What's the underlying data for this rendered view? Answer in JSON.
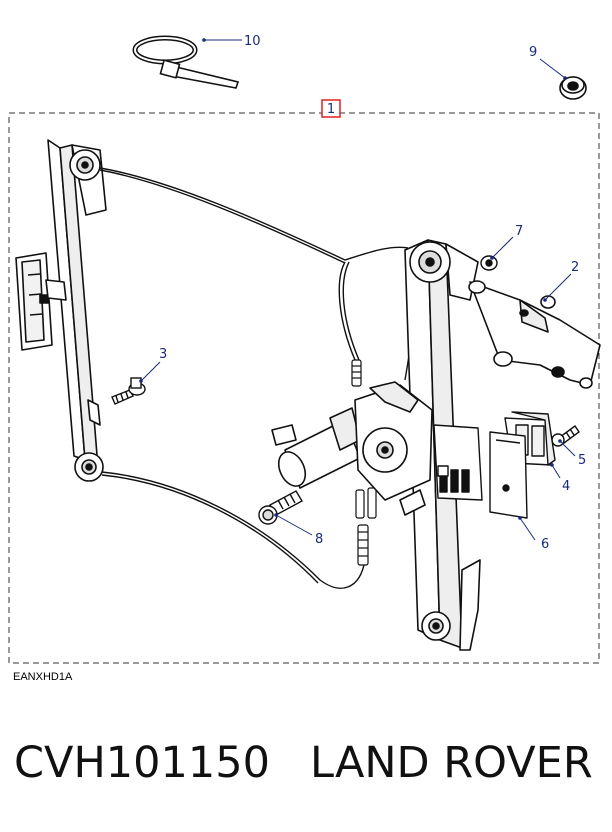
{
  "diagram": {
    "callouts": [
      {
        "id": "1",
        "label": "1",
        "boxed": true
      },
      {
        "id": "2",
        "label": "2"
      },
      {
        "id": "3",
        "label": "3"
      },
      {
        "id": "4",
        "label": "4"
      },
      {
        "id": "5",
        "label": "5"
      },
      {
        "id": "6",
        "label": "6"
      },
      {
        "id": "7",
        "label": "7"
      },
      {
        "id": "8",
        "label": "8"
      },
      {
        "id": "9",
        "label": "9"
      },
      {
        "id": "10",
        "label": "10"
      }
    ],
    "code": "EANXHD1A",
    "callout_color": "#1a2a7a",
    "highlight_box_color": "#e02020"
  },
  "footer": {
    "part_number": "CVH101150",
    "brand": "LAND ROVER"
  }
}
